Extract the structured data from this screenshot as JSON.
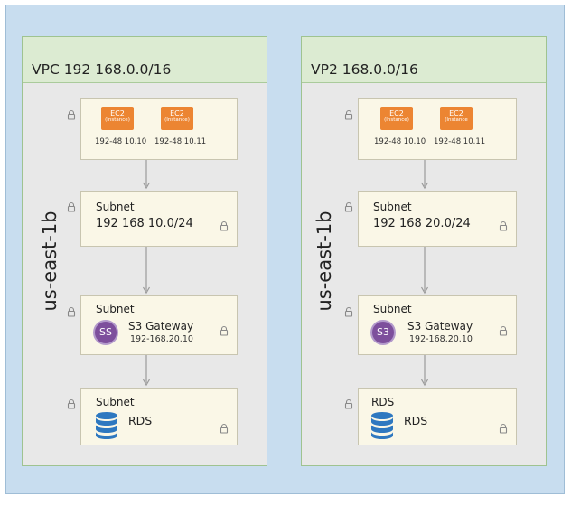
{
  "vpcs": [
    {
      "title": "VPC 192 168.0.0/16",
      "az": "us-east-1b",
      "ec2": [
        {
          "label": "EC2",
          "sublabel": "(Instance)",
          "ip": "192-48 10.10"
        },
        {
          "label": "EC2",
          "sublabel": "(Instance)",
          "ip": "192-48 10.11"
        }
      ],
      "subnet1": {
        "title": "Subnet",
        "cidr": "192 168 10.0/24"
      },
      "gateway": {
        "title": "Subnet",
        "icon": "SS",
        "label": "S3 Gateway",
        "ip": "192-168.20.10"
      },
      "rds": {
        "title": "Subnet",
        "label": "RDS"
      }
    },
    {
      "title": "VP2 168.0.0/16",
      "az": "us-east-1b",
      "ec2": [
        {
          "label": "EC2",
          "sublabel": "(Instance)",
          "ip": "192-48 10.10"
        },
        {
          "label": "EC2",
          "sublabel": "(Instance",
          "ip": "192-48 10.11"
        }
      ],
      "subnet1": {
        "title": "Subnet",
        "cidr": "192 168 20.0/24"
      },
      "gateway": {
        "title": "Subnet",
        "icon": "S3",
        "label": "S3 Gateway",
        "ip": "192-168.20.10"
      },
      "rds": {
        "title": "RDS",
        "label": "RDS"
      }
    }
  ],
  "colors": {
    "frame": "#c8ddef",
    "vpc_header": "#dcebd2",
    "subnet_box": "#faf7e7",
    "ec2": "#ec8532",
    "s3": "#7d4f9c",
    "rds": "#2e78c0"
  },
  "icons": [
    "lock-icon",
    "database-icon",
    "s3-gateway-icon",
    "ec2-instance-icon",
    "arrow-down-icon"
  ]
}
